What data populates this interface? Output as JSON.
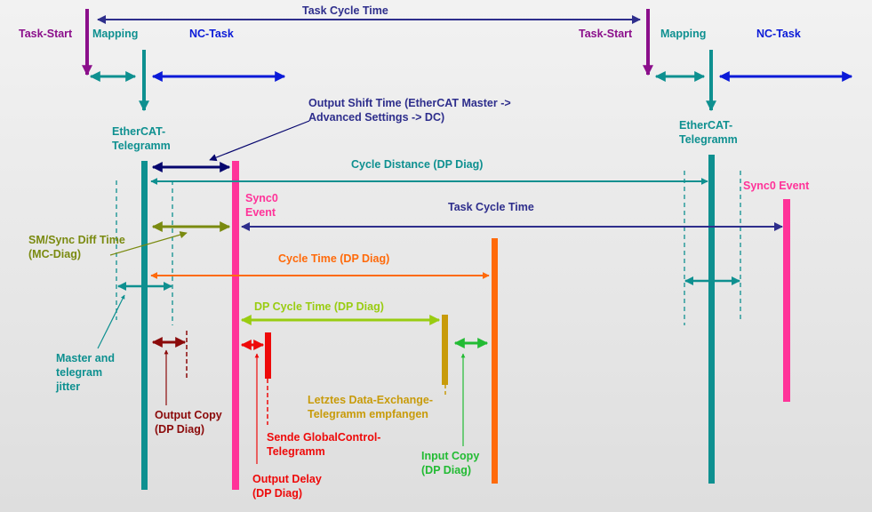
{
  "labels": {
    "task_cycle_time_top": "Task Cycle Time",
    "task_start_1": "Task-Start",
    "mapping_1": "Mapping",
    "nc_task_1": "NC-Task",
    "task_start_2": "Task-Start",
    "mapping_2": "Mapping",
    "nc_task_2": "NC-Task",
    "output_shift_time": "Output Shift Time (EtherCAT Master ->\nAdvanced Settings -> DC)",
    "ethercat_telegram_1": "EtherCAT-\nTelegramm",
    "ethercat_telegram_2": "EtherCAT-\nTelegramm",
    "cycle_distance": "Cycle Distance (DP Diag)",
    "sync0_event_1": "Sync0\nEvent",
    "sync0_event_2": "Sync0 Event",
    "task_cycle_time_mid": "Task Cycle Time",
    "sm_sync_diff_time": "SM/Sync Diff Time\n(MC-Diag)",
    "cycle_time_dp": "Cycle Time (DP Diag)",
    "dp_cycle_time": "DP Cycle Time (DP Diag)",
    "master_jitter": "Master and\ntelegram\njitter",
    "output_copy": "Output Copy\n(DP Diag)",
    "letztes_data_exchange": "Letztes Data-Exchange-\nTelegramm empfangen",
    "sende_globalcontrol": "Sende GlobalControl-\nTelegramm",
    "input_copy": "Input Copy\n(DP Diag)",
    "output_delay": "Output Delay\n(DP Diag)"
  },
  "colors": {
    "navy": "#2e2e8c",
    "purple": "#8b0f8b",
    "teal": "#0e9090",
    "blue": "#0a1ad8",
    "dark_navy": "#06066e",
    "pink": "#ff3399",
    "olive": "#7a8a10",
    "orange": "#ff6a0a",
    "lime": "#99cc11",
    "maroon": "#8b0a0a",
    "red": "#ee0a0a",
    "gold": "#c89b0a",
    "green": "#22bb33"
  }
}
